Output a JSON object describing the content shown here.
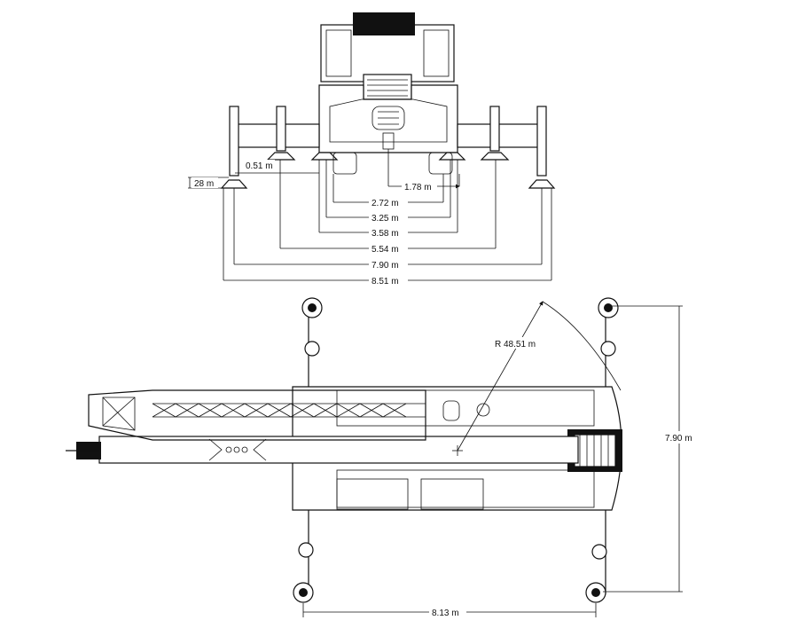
{
  "front_view": {
    "dimensions": [
      "0.51 m",
      "28 m",
      "1.78 m",
      "2.72 m",
      "3.25 m",
      "3.58 m",
      "5.54 m",
      "7.90 m",
      "8.51 m"
    ]
  },
  "top_view": {
    "radius_label": "R 48.51 m",
    "height_label": "7.90 m",
    "length_label": "8.13 m"
  },
  "colors": {
    "line": "#111111",
    "background": "#ffffff"
  }
}
